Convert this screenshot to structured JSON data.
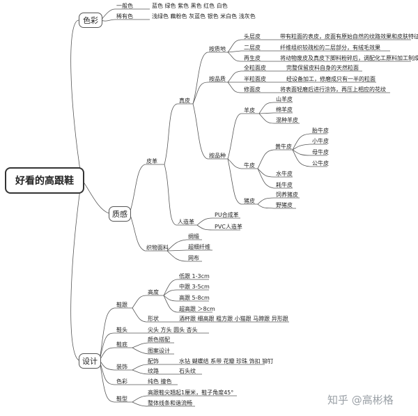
{
  "root": "好看的高跟鞋",
  "branches": {
    "color": {
      "label": "色彩",
      "general": {
        "label": "一般色",
        "items": "蓝色  绿色  紫色  黑色  红色  白色"
      },
      "rare": {
        "label": "稀有色",
        "items": "浅绿色  藕粉色  灰蓝色  银色  米白色  浅灰色"
      }
    },
    "texture": {
      "label": "质感",
      "leather": {
        "label": "皮革",
        "real": {
          "label": "真皮",
          "by_texture": {
            "label": "按质地",
            "items": [
              {
                "name": "头层皮",
                "desc": "带有粒面的表皮，皮面有原始自然的纹路效果和皮肤特征"
              },
              {
                "name": "二层皮",
                "desc": "纤维组织较疏松的二层部分，有绒毛效果"
              },
              {
                "name": "再生皮",
                "desc": "将动物废皮及真皮下脚料粉碎后，调配化工原料加工制成"
              }
            ]
          },
          "by_grade": {
            "label": "按品质",
            "items": [
              {
                "name": "全粒面皮",
                "desc": "完整保留皮料自身的天然粒面"
              },
              {
                "name": "半粒面皮",
                "desc": "经设备加工，修磨成只有一半的粒面"
              },
              {
                "name": "修面皮",
                "desc": "将表面轻磨后进行涂饰，再压上相应的花纹"
              }
            ]
          },
          "by_species": {
            "label": "按品种",
            "sheep": {
              "label": "羊皮",
              "items": [
                "山羊皮",
                "绵羊皮",
                "混种羊皮"
              ]
            },
            "cow": {
              "label": "牛皮",
              "yellow": {
                "label": "黄牛皮",
                "items": [
                  "胎牛皮",
                  "小牛皮",
                  "母牛皮",
                  "公牛皮"
                ]
              },
              "items": [
                "水牛皮",
                "耗牛皮"
              ]
            },
            "pig": {
              "label": "猪皮",
              "items": [
                "饲养猪皮",
                "野猪皮"
              ]
            }
          }
        },
        "artificial": {
          "label": "人造革",
          "items": [
            "PU合成革",
            "PVC人造革"
          ]
        }
      },
      "fabric": {
        "label": "织物面料",
        "items": [
          "绸缎",
          "超细纤维",
          "网布"
        ]
      }
    },
    "design": {
      "label": "设计",
      "heel": {
        "label": "鞋跟",
        "height": {
          "label": "高度",
          "items": [
            "低跟 1-3cm",
            "中跟 3-5cm",
            "高跟 5-8cm",
            "超高跟 ＞8cm"
          ]
        },
        "shape": {
          "label": "形状",
          "items": "酒杯跟  细高跟  粗方跟  小猫跟  马蹄跟  异形跟"
        }
      },
      "toe": {
        "label": "鞋头",
        "items": "尖头  方头  圆头  杏头"
      },
      "sole": {
        "label": "鞋底",
        "items": [
          "颜色搭配",
          "图案设计"
        ]
      },
      "decor": {
        "label": "装饰",
        "accessories": {
          "label": "配饰",
          "items": "水钻  蝴蝶结  系带  花瓣  珍珠  饰扣  铆钉"
        },
        "pattern": {
          "label": "纹路",
          "items": "石头纹"
        }
      },
      "color": {
        "label": "色彩",
        "items": "纯色  撞色"
      },
      "silhouette": {
        "label": "鞋型",
        "items": [
          "高跟鞋尖翘起1厘米，鞋子角度45°",
          "整体线条和谐流畅"
        ]
      }
    }
  },
  "watermark": "知乎 @高彬格"
}
